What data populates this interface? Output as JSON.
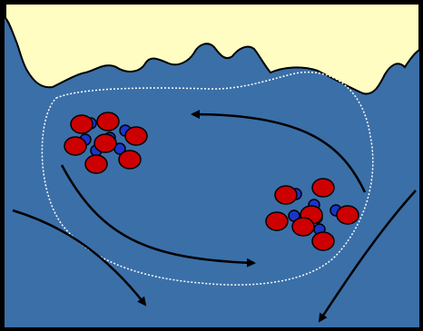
{
  "colors": {
    "background": "#000000",
    "water": "#3B6FA8",
    "surface": "#FFFDC2",
    "surface_outline": "#000000",
    "boundary": "#FFFFFF",
    "arrow": "#000000",
    "atom_large": "#CC0000",
    "atom_small": "#1A35C8",
    "atom_outline": "#000000"
  },
  "elements": {
    "surface": "irregular-solid-surface",
    "boundary": "dotted-circulation-boundary",
    "clusters": [
      "molecule-cluster-upper-left",
      "molecule-cluster-lower-right"
    ],
    "arrows": [
      "arrow-top-leftward",
      "arrow-middle-rightward",
      "arrow-outer-left",
      "arrow-outer-right"
    ]
  }
}
